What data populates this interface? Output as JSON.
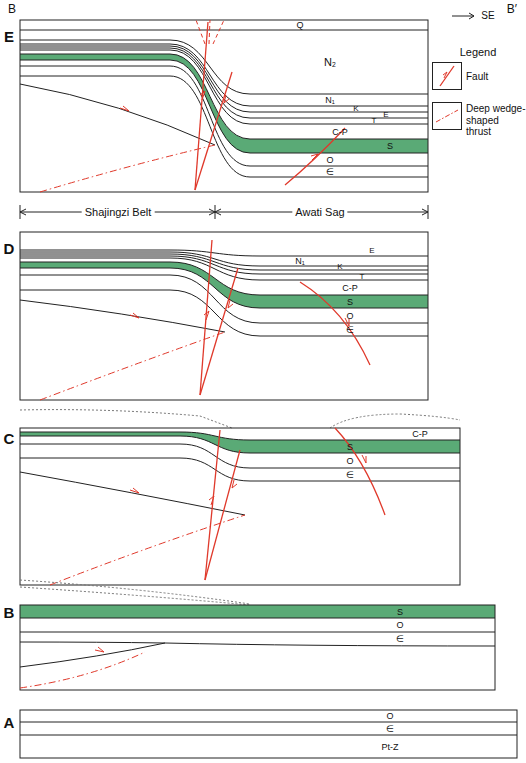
{
  "diagram": {
    "labels": [
      "B",
      "SE",
      "B′",
      "E",
      "Q",
      "N₂",
      "N₁",
      "K",
      "E",
      "T",
      "C-P",
      "S",
      "O",
      "∈",
      "Shajingzi Belt",
      "Awati Sag",
      "Legend",
      "D",
      "N₁",
      "K",
      "E",
      "T",
      "C-P",
      "S",
      "O",
      "∈",
      "C",
      "C-P",
      "S",
      "O",
      "∈",
      "B",
      "S",
      "O",
      "∈",
      "A",
      "O",
      "∈",
      "Pt-Z"
    ],
    "legend": [
      {
        "text": "Fault"
      },
      {
        "text": "Deep wedge-shaped thrust"
      }
    ]
  }
}
